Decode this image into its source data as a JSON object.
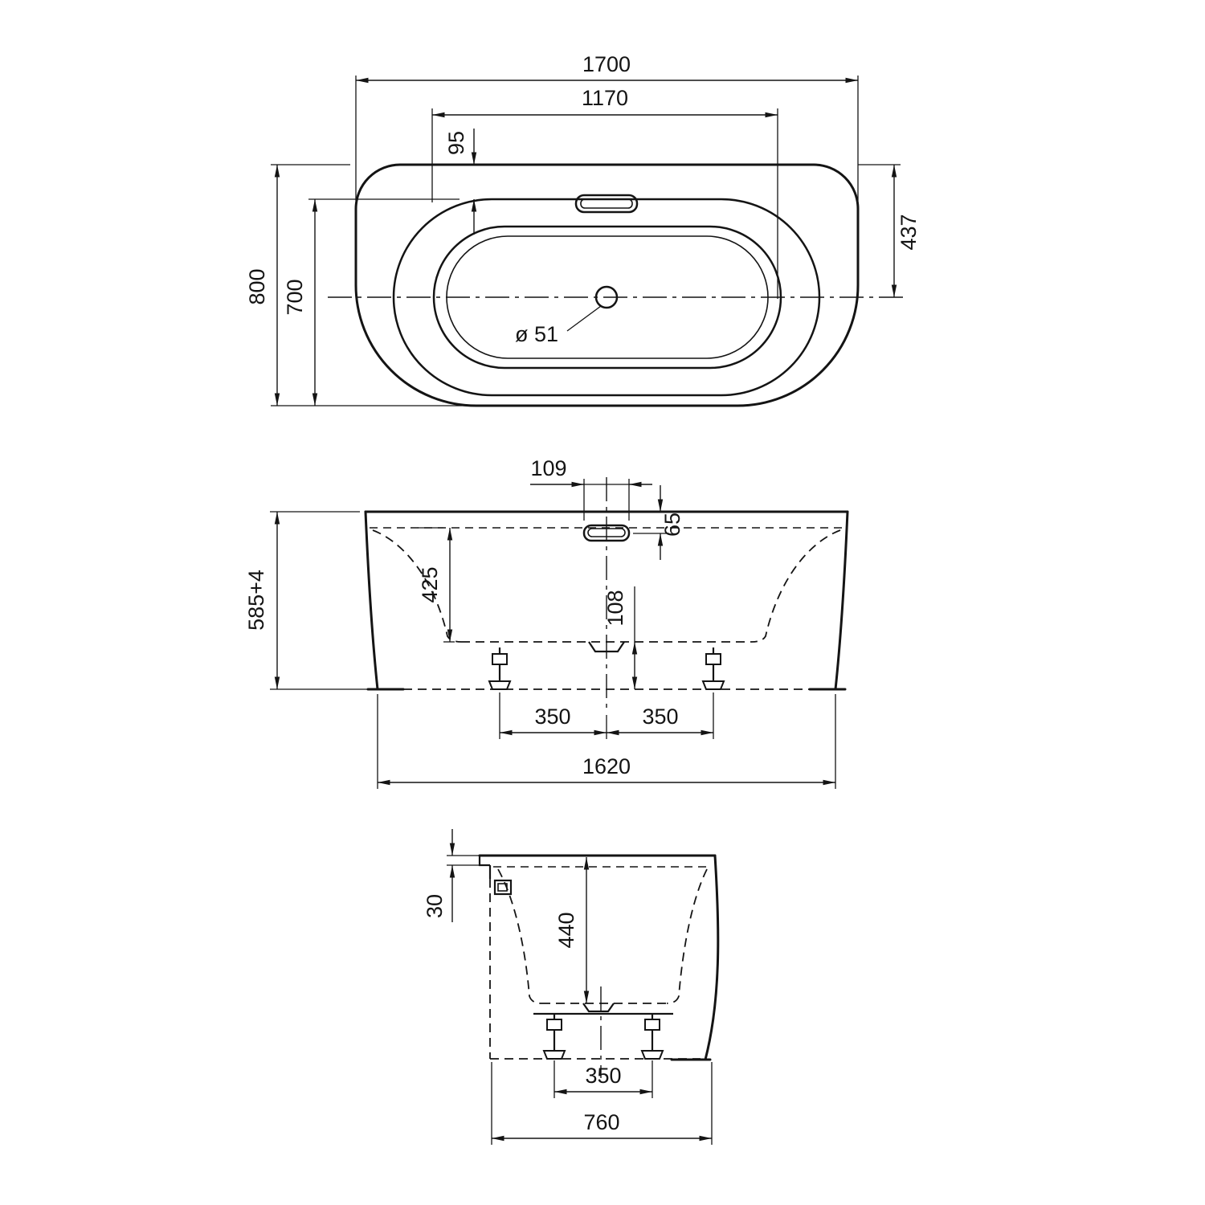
{
  "drawing": {
    "views": {
      "top": {
        "overall_width": "1700",
        "inner_width": "1170",
        "rim_offset": "95",
        "overall_depth": "800",
        "inner_depth": "700",
        "center_from_back": "437",
        "drain_diameter": "ø 51"
      },
      "front": {
        "overflow_width": "109",
        "overflow_drop": "65",
        "inner_height": "425",
        "floor_clearance": "108",
        "overall_height": "585+4",
        "foot_spacing_left": "350",
        "foot_spacing_right": "350",
        "base_length": "1620"
      },
      "side": {
        "rim_lip": "30",
        "inner_height": "440",
        "foot_spacing": "350",
        "base_width": "760"
      }
    }
  }
}
